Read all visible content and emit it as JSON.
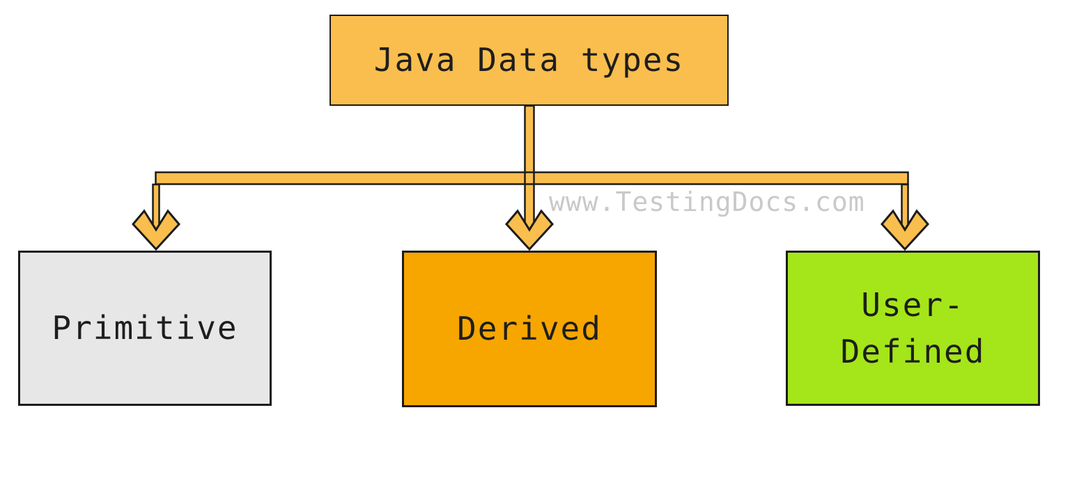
{
  "diagram": {
    "root": {
      "label": "Java Data types"
    },
    "children": [
      {
        "id": "primitive",
        "label": "Primitive"
      },
      {
        "id": "derived",
        "label": "Derived"
      },
      {
        "id": "user_defined",
        "label": "User-\nDefined"
      }
    ],
    "watermark": "www.TestingDocs.com",
    "colors": {
      "root_fill": "#f9be4e",
      "connector_fill": "#f9be4e",
      "primitive_fill": "#e8e7e7",
      "derived_fill": "#f7a600",
      "user_defined_fill": "#a4e619",
      "outline": "#1c1c1c",
      "text": "#1e1e1e",
      "watermark_color": "#c9c9c9",
      "background": "#ffffff"
    }
  }
}
